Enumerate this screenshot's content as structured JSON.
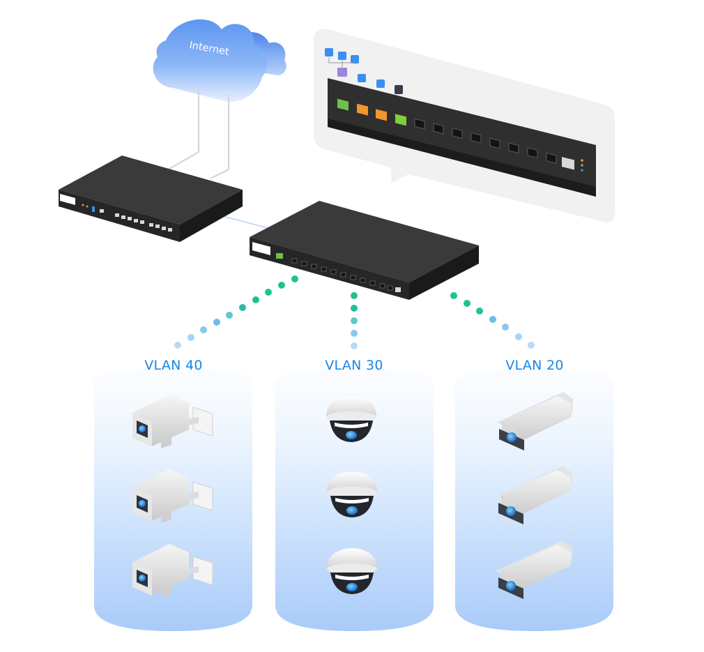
{
  "cloud": {
    "label": "Internet"
  },
  "vlans": [
    {
      "label": "VLAN 40",
      "camera_type": "box-camera",
      "count": 3
    },
    {
      "label": "VLAN 30",
      "camera_type": "dome-camera",
      "count": 3
    },
    {
      "label": "VLAN 20",
      "camera_type": "bullet-camera",
      "count": 3
    }
  ],
  "colors": {
    "accent": "#1787e3",
    "link_near": "#1fc28f",
    "link_far": "#a6d3f8",
    "device_dark": "#2e2e2e",
    "cloud": "#7aaaf5",
    "panel_bg": "#f1f1f1",
    "cylinder_top": "#f2f8ff",
    "cylinder_bottom": "#a9cbf9"
  },
  "icons": [
    "cloud-icon",
    "router-icon",
    "switch-icon",
    "box-camera-icon",
    "dome-camera-icon",
    "bullet-camera-icon",
    "sfp-port-icon"
  ]
}
